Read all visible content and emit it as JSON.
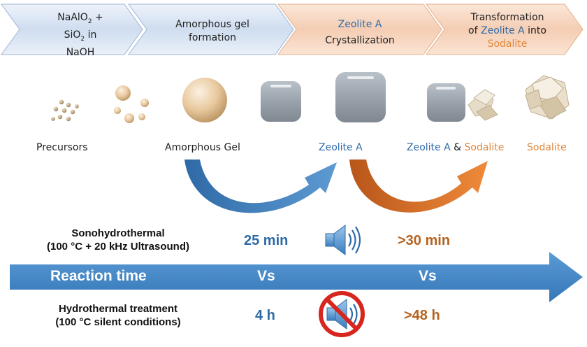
{
  "steps": [
    {
      "line1_main": "NaAlO",
      "line1_sub": "2",
      "line1_end": " +",
      "line2_main": "SiO",
      "line2_sub": "2",
      "line2_end": " in",
      "line3": "NaOH"
    },
    {
      "line1": "Amorphous gel",
      "line2": "formation"
    },
    {
      "line1": "Zeolite A",
      "line2": "Crystallization"
    },
    {
      "line1": "Transformation",
      "line2_pre": "of ",
      "line2_zeo": "Zeolite A",
      "line2_post": " into",
      "line3": "Sodalite"
    }
  ],
  "stage_labels": {
    "precursors": "Precursors",
    "amorphous_gel": "Amorphous Gel",
    "zeolite_a": "Zeolite A",
    "mix_zeolite": "Zeolite A",
    "mix_amp": " & ",
    "mix_sodalite": "Sodalite",
    "sodalite": "Sodalite"
  },
  "sonohydrothermal": {
    "line1": "Sonohydrothermal",
    "line2": "(100 °C + 20 kHz Ultrasound)",
    "time_zeolite": "25 min",
    "time_sodalite": ">30 min"
  },
  "reaction_bar": {
    "label": "Reaction time",
    "vs1": "Vs",
    "vs2": "Vs"
  },
  "hydrothermal": {
    "line1": "Hydrothermal treatment",
    "line2": "(100 °C silent conditions)",
    "time_zeolite": "4 h",
    "time_sodalite": ">48 h"
  },
  "icons": [
    "speaker-sound-icon",
    "speaker-muted-prohibited-icon"
  ],
  "colors": {
    "blue_text": "#2d6aa6",
    "brown_text": "#b5621e",
    "orange_text": "#e0863a",
    "bar_blue": "#3f86c6",
    "chevron_blue": "#d7e3f3",
    "chevron_peach": "#f7d6bf",
    "prohibit_red": "#d7261e"
  }
}
